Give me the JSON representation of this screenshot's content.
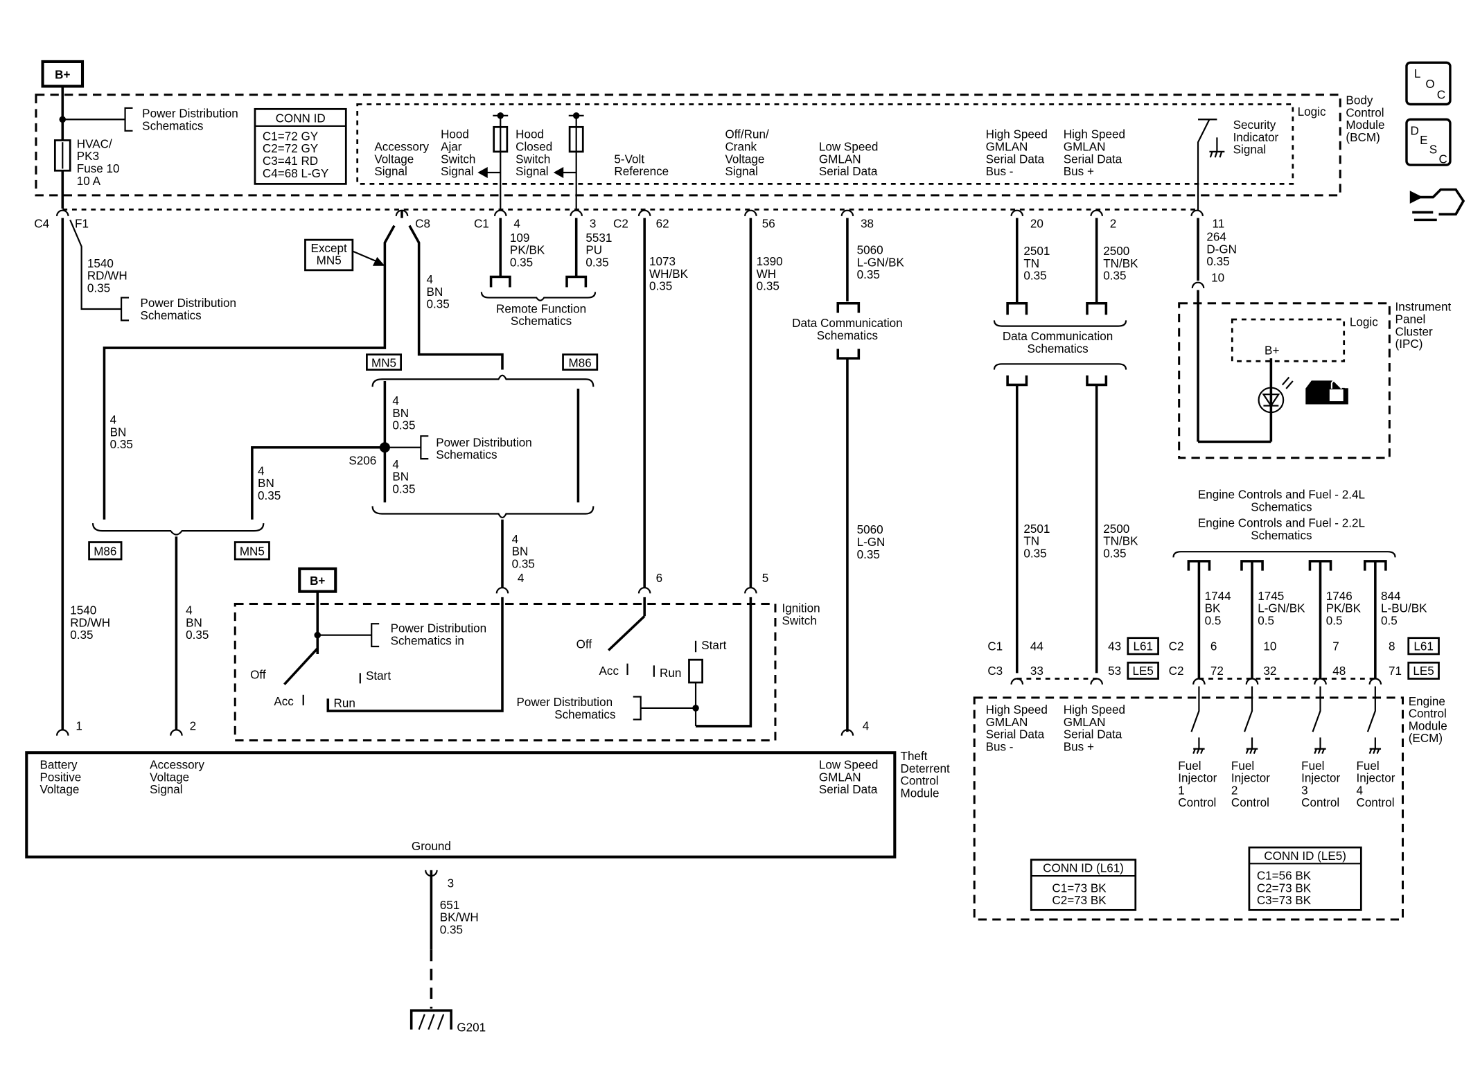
{
  "top": {
    "bplus": "B+"
  },
  "bcm": {
    "name": [
      "Body",
      "Control",
      "Module",
      "(BCM)"
    ],
    "logic": "Logic",
    "conn_id_title": "CONN ID",
    "conn_id": [
      "C1=72 GY",
      "C2=72 GY",
      "C3=41 RD",
      "C4=68 L-GY"
    ],
    "pds_top": [
      "Power Distribution",
      "Schematics"
    ],
    "fuse": [
      "HVAC/",
      "PK3",
      "Fuse 10",
      "10 A"
    ],
    "accessory": [
      "Accessory",
      "Voltage",
      "Signal"
    ],
    "hood_ajar": [
      "Hood",
      "Ajar",
      "Switch",
      "Signal"
    ],
    "hood_closed": [
      "Hood",
      "Closed",
      "Switch",
      "Signal"
    ],
    "five_volt": [
      "5-Volt",
      "Reference"
    ],
    "offrun": [
      "Off/Run/",
      "Crank",
      "Voltage",
      "Signal"
    ],
    "lowspeed": [
      "Low Speed",
      "GMLAN",
      "Serial Data"
    ],
    "hs_minus": [
      "High Speed",
      "GMLAN",
      "Serial Data",
      "Bus -"
    ],
    "hs_plus": [
      "High Speed",
      "GMLAN",
      "Serial Data",
      "Bus +"
    ],
    "security": [
      "Security",
      "Indicator",
      "Signal"
    ]
  },
  "pins": {
    "c4": "C4",
    "f1": "F1",
    "c8": "C8",
    "c1": "C1",
    "p4": "4",
    "p3": "3",
    "c2": "C2",
    "p62": "62",
    "p56": "56",
    "p38": "38",
    "p20": "20",
    "p2": "2",
    "p11": "11",
    "p10": "10"
  },
  "wires": {
    "w1540": [
      "1540",
      "RD/WH",
      "0.35"
    ],
    "w4bn": [
      "4",
      "BN",
      "0.35"
    ],
    "w109": [
      "109",
      "PK/BK",
      "0.35"
    ],
    "w5531": [
      "5531",
      "PU",
      "0.35"
    ],
    "w1073": [
      "1073",
      "WH/BK",
      "0.35"
    ],
    "w1390": [
      "1390",
      "WH",
      "0.35"
    ],
    "w5060": [
      "5060",
      "L-GN/BK",
      "0.35"
    ],
    "w5060b": [
      "5060",
      "L-GN",
      "0.35"
    ],
    "w2501": [
      "2501",
      "TN",
      "0.35"
    ],
    "w2500": [
      "2500",
      "TN/BK",
      "0.35"
    ],
    "w264": [
      "264",
      "D-GN",
      "0.35"
    ],
    "w651": [
      "651",
      "BK/WH",
      "0.35"
    ],
    "w1744": [
      "1744",
      "BK",
      "0.5"
    ],
    "w1745": [
      "1745",
      "L-GN/BK",
      "0.5"
    ],
    "w1746": [
      "1746",
      "PK/BK",
      "0.5"
    ],
    "w844": [
      "844",
      "L-BU/BK",
      "0.5"
    ]
  },
  "labels": {
    "pds_left": [
      "Power Distribution",
      "Schematics"
    ],
    "except_mn5": [
      "Except",
      "MN5"
    ],
    "remote_function": [
      "Remote Function",
      "Schematics"
    ],
    "data_comm": [
      "Data Communication",
      "Schematics"
    ],
    "mn5": "MN5",
    "m86": "M86",
    "s206": "S206",
    "pds_splice": [
      "Power Distribution",
      "Schematics"
    ]
  },
  "ipc": {
    "name": [
      "Instrument",
      "Panel",
      "Cluster",
      "(IPC)"
    ],
    "logic": "Logic",
    "bplus": "B+"
  },
  "ignition": {
    "name": [
      "Ignition",
      "Switch"
    ],
    "bplus": "B+",
    "pds_in": [
      "Power Distribution",
      "Schematics in"
    ],
    "off": "Off",
    "acc": "Acc",
    "start": "Start",
    "run": "Run",
    "pds": [
      "Power Distribution",
      "Schematics"
    ],
    "p4": "4",
    "p6": "6",
    "p5": "5"
  },
  "tdcm": {
    "name": [
      "Theft",
      "Deterrent",
      "Control",
      "Module"
    ],
    "battery": [
      "Battery",
      "Positive",
      "Voltage"
    ],
    "accessory": [
      "Accessory",
      "Voltage",
      "Signal"
    ],
    "lowspeed": [
      "Low Speed",
      "GMLAN",
      "Serial Data"
    ],
    "ground": "Ground",
    "p1": "1",
    "p2": "2",
    "p4": "4",
    "p3": "3"
  },
  "ground": {
    "g201": "G201"
  },
  "engine": {
    "title1": [
      "Engine Controls and Fuel - 2.4L",
      "Schematics"
    ],
    "title2": [
      "Engine Controls and Fuel - 2.2L",
      "Schematics"
    ]
  },
  "ecm": {
    "name": [
      "Engine",
      "Control",
      "Module",
      "(ECM)"
    ],
    "row1": {
      "c1": "C1",
      "p44": "44",
      "p43": "43",
      "l61": "L61",
      "c2": "C2",
      "p6": "6",
      "p10": "10",
      "p7": "7",
      "p8": "8",
      "l61b": "L61"
    },
    "row2": {
      "c3": "C3",
      "p33": "33",
      "p53": "53",
      "le5": "LE5",
      "c2": "C2",
      "p72": "72",
      "p32": "32",
      "p48": "48",
      "p71": "71",
      "le5b": "LE5"
    },
    "hs_minus": [
      "High Speed",
      "GMLAN",
      "Serial Data",
      "Bus -"
    ],
    "hs_plus": [
      "High Speed",
      "GMLAN",
      "Serial Data",
      "Bus +"
    ],
    "inj1": [
      "Fuel",
      "Injector",
      "1",
      "Control"
    ],
    "inj2": [
      "Fuel",
      "Injector",
      "2",
      "Control"
    ],
    "inj3": [
      "Fuel",
      "Injector",
      "3",
      "Control"
    ],
    "inj4": [
      "Fuel",
      "Injector",
      "4",
      "Control"
    ],
    "connL61": {
      "title": "CONN ID (L61)",
      "rows": [
        "C1=73 BK",
        "C2=73 BK"
      ]
    },
    "connLE5": {
      "title": "CONN ID (LE5)",
      "rows": [
        "C1=56 BK",
        "C2=73 BK",
        "C3=73 BK"
      ]
    }
  },
  "icons": {
    "loc": [
      "L",
      "O",
      "C"
    ],
    "desc": [
      "D",
      "E",
      "S",
      "C"
    ],
    "hand": "hand-wrench-icon"
  }
}
